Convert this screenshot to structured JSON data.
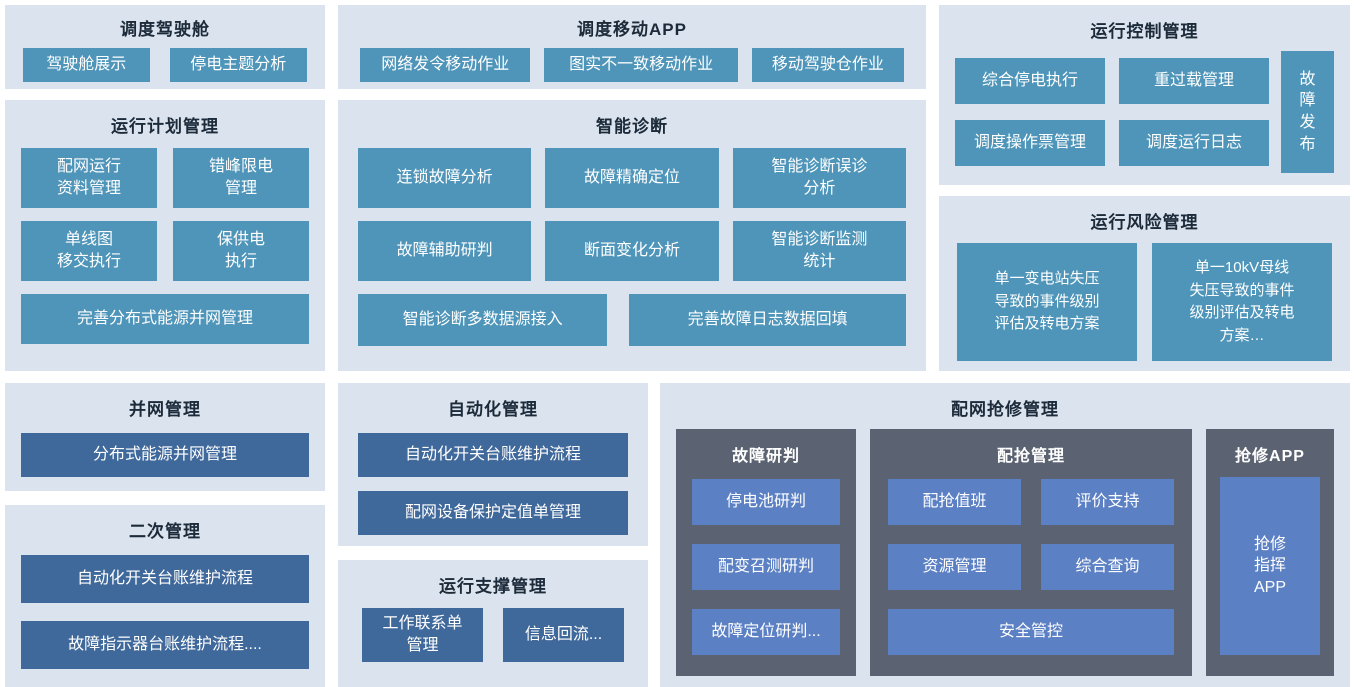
{
  "colors": {
    "panel_bg": "#dae3ee",
    "teal": "#4e95b9",
    "dark_blue": "#3f689b",
    "gray_panel": "#5b6372",
    "mid_blue": "#5c80c4",
    "title_color": "#1c2a39"
  },
  "panels": {
    "cockpit": {
      "title": "调度驾驶舱",
      "buttons": [
        "驾驶舱展示",
        "停电主题分析"
      ]
    },
    "mobile_app": {
      "title": "调度移动APP",
      "buttons": [
        "网络发令移动作业",
        "图实不一致移动作业",
        "移动驾驶仓作业"
      ]
    },
    "run_control": {
      "title": "运行控制管理",
      "buttons": [
        "综合停电执行",
        "重过载管理",
        "调度操作票管理",
        "调度运行日志"
      ],
      "side_button": "故\n障\n发\n布"
    },
    "run_plan": {
      "title": "运行计划管理",
      "buttons": [
        "配网运行\n资料管理",
        "错峰限电\n管理",
        "单线图\n移交执行",
        "保供电\n执行"
      ],
      "wide_button": "完善分布式能源并网管理"
    },
    "smart_diag": {
      "title": "智能诊断",
      "buttons": [
        "连锁故障分析",
        "故障精确定位",
        "智能诊断误诊\n分析",
        "故障辅助研判",
        "断面变化分析",
        "智能诊断监测\n统计"
      ],
      "wide_buttons": [
        "智能诊断多数据源接入",
        "完善故障日志数据回填"
      ]
    },
    "risk": {
      "title": "运行风险管理",
      "buttons": [
        "单一变电站失压\n导致的事件级别\n评估及转电方案",
        "单一10kV母线\n失压导致的事件\n级别评估及转电\n方案…"
      ]
    },
    "grid_connect": {
      "title": "并网管理",
      "buttons": [
        "分布式能源并网管理"
      ]
    },
    "automation": {
      "title": "自动化管理",
      "buttons": [
        "自动化开关台账维护流程",
        "配网设备保护定值单管理"
      ]
    },
    "repair": {
      "title": "配网抢修管理",
      "fault_judge": {
        "title": "故障研判",
        "buttons": [
          "停电池研判",
          "配变召测研判",
          "故障定位研判..."
        ]
      },
      "dispatch_mgmt": {
        "title": "配抢管理",
        "buttons": [
          "配抢值班",
          "评价支持",
          "资源管理",
          "综合查询"
        ],
        "wide_button": "安全管控"
      },
      "repair_app": {
        "title": "抢修APP",
        "buttons": [
          "抢修\n指挥\nAPP"
        ]
      }
    },
    "secondary": {
      "title": "二次管理",
      "buttons": [
        "自动化开关台账维护流程",
        "故障指示器台账维护流程...."
      ]
    },
    "support": {
      "title": "运行支撑管理",
      "buttons": [
        "工作联系单\n管理",
        "信息回流..."
      ]
    }
  }
}
